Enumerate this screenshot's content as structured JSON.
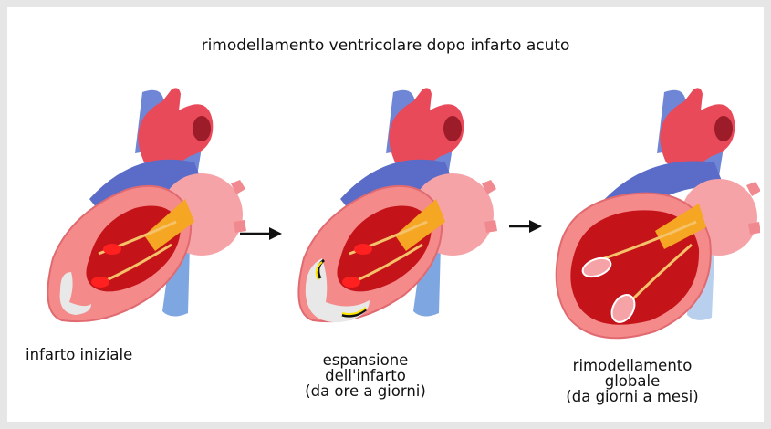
{
  "title": "rimodellamento ventricolare dopo infarto acuto",
  "stages": [
    {
      "caption": [
        "infarto iniziale"
      ]
    },
    {
      "caption": [
        "espansione",
        "dell'infarto",
        "(da ore a giorni)"
      ]
    },
    {
      "caption": [
        "rimodellamento",
        "globale",
        "(da giorni a mesi)"
      ]
    }
  ],
  "colors": {
    "aorta": "#e84a5a",
    "vein": "#6f86d6",
    "ventricle": "#f48a8a",
    "myocardium": "#c4141a",
    "infarct": "#e8e8e8",
    "papillary": "#f5a623",
    "expansion_marker": "#ffe600"
  }
}
